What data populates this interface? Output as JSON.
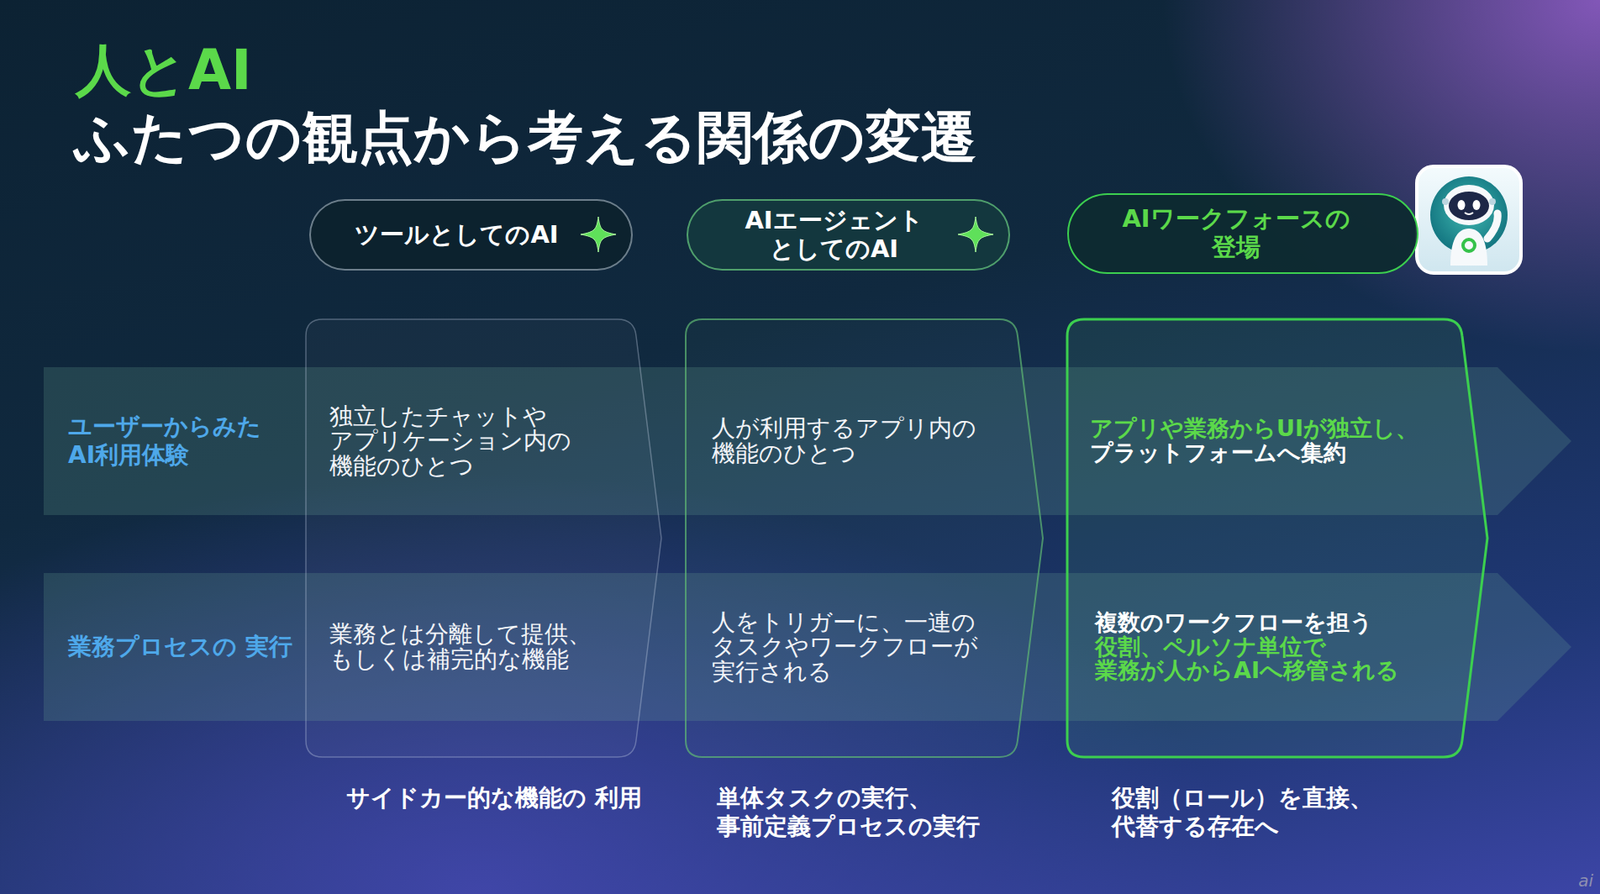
{
  "diagram": {
    "title": "人とAI",
    "nodes": [
      {
        "text": [
          "ツールとしてのAI"
        ]
      },
      {
        "text": [
          "AIエージェント としてのAI"
        ]
      },
      {
        "text": [
          "AIワークフォースの 登場"
        ]
      },
      {
        "text": [
          "ユーザーからみた AI利用体験"
        ]
      },
      {
        "text": [
          "業務プロセスの 実行"
        ]
      },
      {
        "text": [
          "サイドカー的な機能の 利用"
        ]
      },
      {
        "text": [
          "独立したチャットや アプリケーション内の 機能のひとつ"
        ],
        "in": 5
      },
      {
        "text": [
          "業務とは分離して提供、 もしくは補完的な機能"
        ],
        "in": 5
      },
      {
        "text": [
          "単体タスクの実行、 事前定義プロセスの実行"
        ]
      },
      {
        "text": [
          "人が利用するアプリ内の 機能のひとつ"
        ],
        "in": 8
      },
      {
        "text": [
          "人をトリガーに、一連の タスクやワークフローが 実行される"
        ],
        "in": 8
      },
      {
        "text": [
          "役割（ロール）を直接、 代替する存在へ"
        ]
      },
      {
        "text": [
          "アプリや業務からUIが独立し、",
          "プラットフォームへ集約"
        ],
        "in": 11
      },
      {
        "text": [
          "複数のワークフローを担う",
          "役割、ペルソナ単位で 業務が人からAIへ移管される"
        ],
        "in": 11
      }
    ],
    "labels": [
      "ふたつの観点から考える関係の変遷",
      "ai"
    ]
  }
}
